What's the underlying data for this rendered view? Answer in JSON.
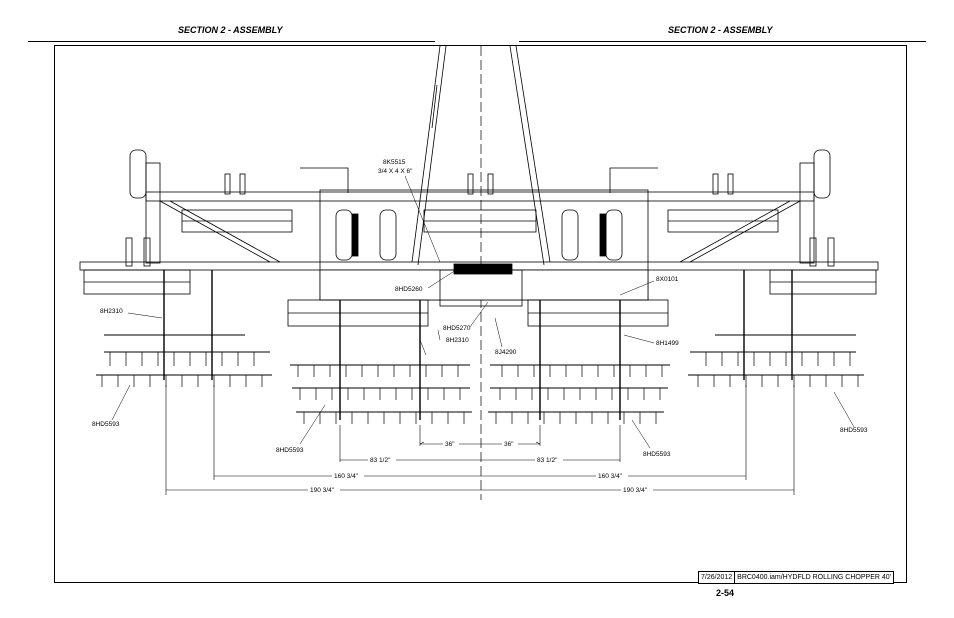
{
  "header": {
    "left_title": "SECTION 2 - ASSEMBLY",
    "right_title": "SECTION 2 - ASSEMBLY"
  },
  "diagram": {
    "callouts": {
      "k5515_part": "8K5515",
      "k5515_spec": "3/4 X 4 X 6\"",
      "hd5260": "8HD5260",
      "hd5270": "8HD5270",
      "h2310_center": "8H2310",
      "h2310_left": "8H2310",
      "j4290": "8J4290",
      "x0101": "8X0101",
      "h1499": "8H1499",
      "hd5593_far_left": "8HD5593",
      "hd5593_inner_left": "8HD5593",
      "hd5593_inner_right": "8HD5593",
      "hd5593_far_right": "8HD5593"
    },
    "dimensions": {
      "d36_left": "36\"",
      "d36_right": "36\"",
      "d83_left": "83 1/2\"",
      "d83_right": "83 1/2\"",
      "d160_left": "160 3/4\"",
      "d160_right": "160 3/4\"",
      "d190_left": "190 3/4\"",
      "d190_right": "190 3/4\""
    }
  },
  "title_block": {
    "date": "7/26/2012",
    "file": "BRC0400.iam/HYDFLD ROLLING CHOPPER 40'"
  },
  "page_number": "2-54"
}
